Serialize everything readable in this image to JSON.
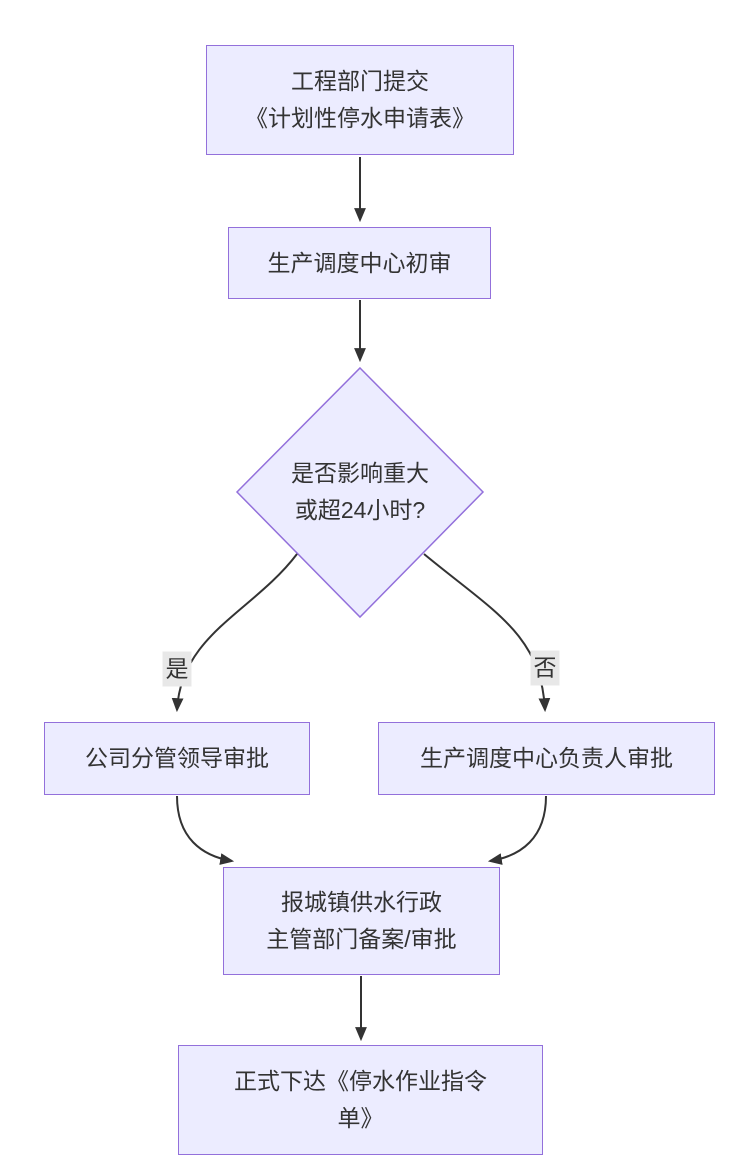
{
  "diagram": {
    "type": "flowchart",
    "direction": "top-down",
    "nodes": {
      "submit": {
        "shape": "rect",
        "line1": "工程部门提交",
        "line2": "《计划性停水申请表》"
      },
      "initial_review": {
        "shape": "rect",
        "line1": "生产调度中心初审"
      },
      "decision": {
        "shape": "diamond",
        "line1": "是否影响重大",
        "line2": "或超24小时?"
      },
      "leader_approval": {
        "shape": "rect",
        "line1": "公司分管领导审批"
      },
      "center_approval": {
        "shape": "rect",
        "line1": "生产调度中心负责人审批"
      },
      "report": {
        "shape": "rect",
        "line1": "报城镇供水行政",
        "line2": "主管部门备案/审批"
      },
      "issue_order": {
        "shape": "rect",
        "line1": "正式下达《停水作业指令",
        "line2": "单》"
      }
    },
    "edges": [
      {
        "from": "submit",
        "to": "initial_review",
        "label": ""
      },
      {
        "from": "initial_review",
        "to": "decision",
        "label": ""
      },
      {
        "from": "decision",
        "to": "leader_approval",
        "label": "是"
      },
      {
        "from": "decision",
        "to": "center_approval",
        "label": "否"
      },
      {
        "from": "leader_approval",
        "to": "report",
        "label": ""
      },
      {
        "from": "center_approval",
        "to": "report",
        "label": ""
      },
      {
        "from": "report",
        "to": "issue_order",
        "label": ""
      }
    ],
    "edge_labels": {
      "yes": "是",
      "no": "否"
    },
    "colors": {
      "node_fill": "#ECECFF",
      "node_border": "#9370DB",
      "edge_stroke": "#333333",
      "text": "#333333",
      "edge_label_bg": "#e8e8e8",
      "background": "#ffffff"
    }
  }
}
